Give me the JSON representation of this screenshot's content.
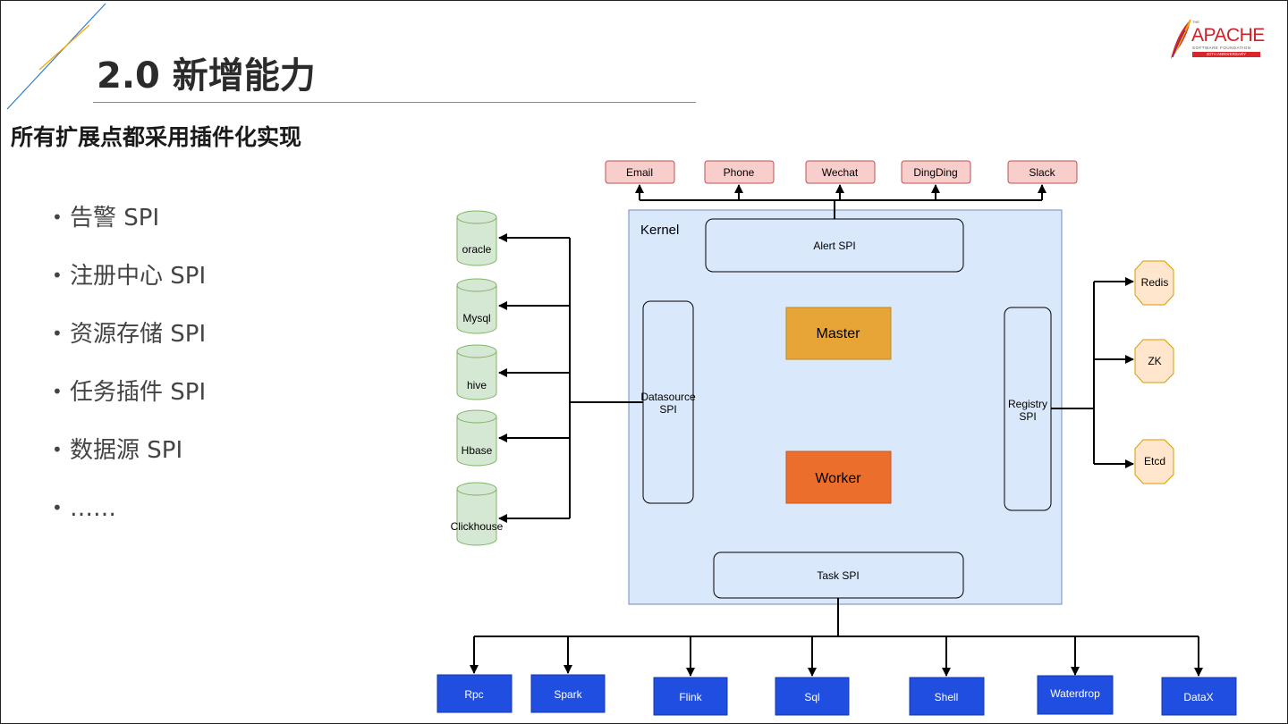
{
  "slide": {
    "title": "2.0 新增能力",
    "subtitle": "所有扩展点都采用插件化实现",
    "bullets": [
      "告警 SPI",
      "注册中心 SPI",
      "资源存储 SPI",
      "任务插件 SPI",
      "数据源 SPI",
      "……"
    ],
    "bullet_glyph": "•"
  },
  "logo": {
    "the": "THE",
    "name": "APACHE",
    "foundation": "SOFTWARE FOUNDATION",
    "anniversary": "20TH ANNIVERSARY"
  },
  "diagram": {
    "kernel_label": "Kernel",
    "alert_spi": "Alert SPI",
    "master": "Master",
    "worker": "Worker",
    "datasource_spi": [
      "Datasource",
      "SPI"
    ],
    "registry_spi": [
      "Registry",
      "SPI"
    ],
    "task_spi": "Task SPI",
    "alert_targets": [
      "Email",
      "Phone",
      "Wechat",
      "DingDing",
      "Slack"
    ],
    "datasources": [
      "oracle",
      "Mysql",
      "hive",
      "Hbase",
      "Clickhouse"
    ],
    "registries": [
      "Redis",
      "ZK",
      "Etcd"
    ],
    "tasks": [
      "Rpc",
      "Spark",
      "Flink",
      "Sql",
      "Shell",
      "Waterdrop",
      "DataX"
    ],
    "colors": {
      "kernel_fill": "#dae8fc",
      "kernel_stroke": "#6c8ebf",
      "alert_fill": "#f8cecc",
      "alert_stroke": "#b85450",
      "db_fill": "#d5e8d4",
      "db_stroke": "#82b366",
      "registry_fill": "#ffe6cc",
      "registry_stroke": "#d79b00",
      "task_fill": "#1f4ee0",
      "master_fill": "#e6a536",
      "worker_fill": "#ec6e2c"
    }
  }
}
